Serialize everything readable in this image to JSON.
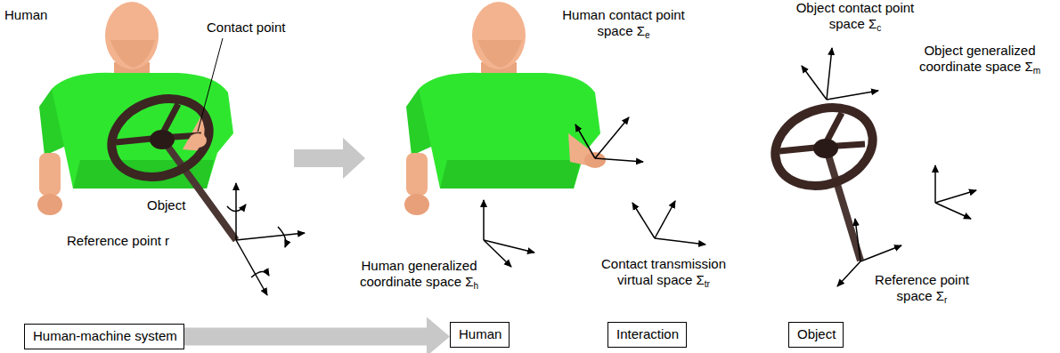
{
  "diagram": {
    "nodes": [
      {
        "text": [
          "Human-machine system"
        ]
      },
      {
        "text": [
          "Human"
        ]
      },
      {
        "text": [
          "Interaction"
        ]
      },
      {
        "text": [
          "Object"
        ]
      }
    ],
    "edges": [
      {
        "from": 0,
        "to": 1,
        "arrow": "to"
      }
    ],
    "labels": [
      "Human",
      "Contact point",
      "Object",
      "Reference point r",
      "Human contact point space Σe",
      "Human generalized coordinate space Σh",
      "Contact transmission virtual space Σtr",
      "Object contact point space Σc",
      "Object generalized coordinate space Σm",
      "Reference point space Σr"
    ]
  }
}
